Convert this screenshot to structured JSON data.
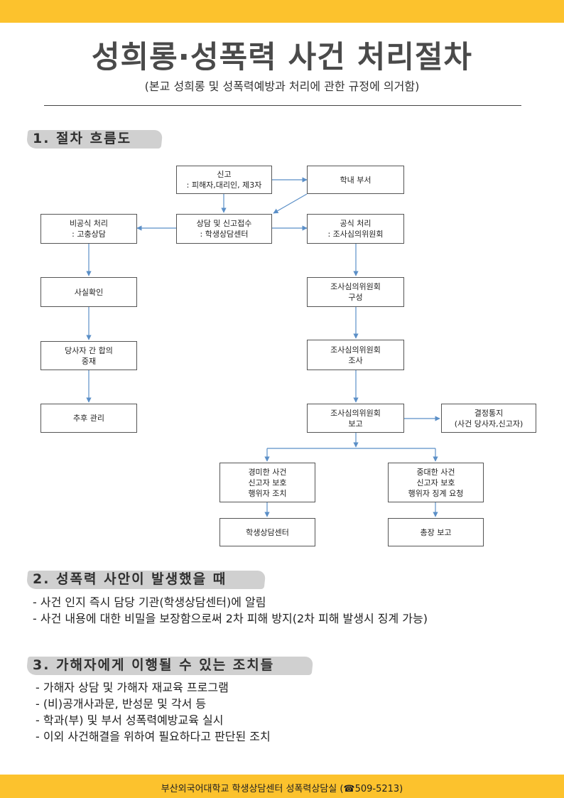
{
  "header": {
    "title": "성희롱·성폭력 사건 처리절차",
    "subtitle": "(본교 성희롱 및 성폭력예방과 처리에 관한 규정에 의거함)"
  },
  "section1": {
    "heading": "1. 절차 흐름도",
    "flow": {
      "report": [
        "신고",
        ": 피해자,대리인, 제3자"
      ],
      "dept": [
        "학내 부서"
      ],
      "intake": [
        "상담 및 신고접수",
        ": 학생상담센터"
      ],
      "informal": [
        "비공식 처리",
        ": 고충상담"
      ],
      "formal": [
        "공식 처리",
        ": 조사심의위원회"
      ],
      "fact_check": [
        "사실확인"
      ],
      "mediation": [
        "당사자 간 합의",
        "중재"
      ],
      "followup": [
        "추후 관리"
      ],
      "committee_form": [
        "조사심의위원회",
        "구성"
      ],
      "committee_investigate": [
        "조사심의위원회",
        "조사"
      ],
      "committee_report": [
        "조사심의위원회",
        "보고"
      ],
      "decision_notice": [
        "결정통지",
        "(사건 당사자,신고자)"
      ],
      "minor_case": [
        "경미한 사건",
        "신고자 보호",
        "행위자 조치"
      ],
      "serious_case": [
        "중대한 사건",
        "신고자 보호",
        "행위자 징계 요청"
      ],
      "counseling_center": [
        "학생상담센터"
      ],
      "president_report": [
        "총장 보고"
      ]
    }
  },
  "section2": {
    "heading": "2. 성폭력 사안이 발생했을 때",
    "items": [
      "- 사건 인지 즉시 담당 기관(학생상담센터)에 알림",
      "- 사건 내용에 대한 비밀을 보장함으로써 2차 피해 방지(2차 피해 발생시 징계 가능)"
    ]
  },
  "section3": {
    "heading": "3. 가해자에게 이행될 수 있는 조치들",
    "items": [
      "- 가해자 상담 및 가해자 재교육 프로그램",
      "- (비)공개사과문, 반성문 및 각서 등",
      "- 학과(부) 및 부서 성폭력예방교육 실시",
      "- 이외 사건해결을 위하여 필요하다고 판단된 조치"
    ]
  },
  "footer": {
    "text": "부산외국어대학교 학생상담센터 성폭력상담실 (☎509-5213)"
  },
  "colors": {
    "accent": "#fcc22d",
    "arrow": "#5b8fc7",
    "highlight": "#d0d0d0"
  },
  "icons": {
    "phone": "phone-icon"
  }
}
